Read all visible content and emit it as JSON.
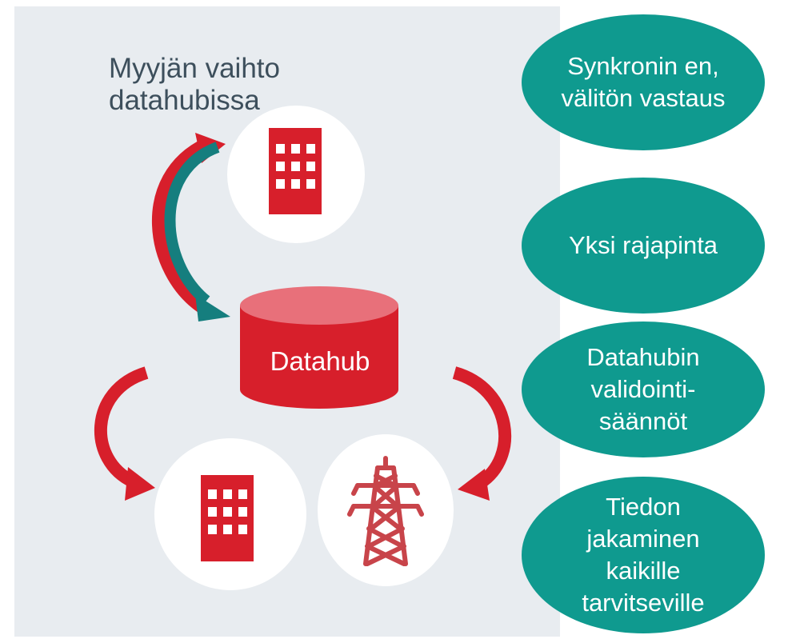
{
  "title": "Myyjän vaihto datahubissa",
  "database_label": "Datahub",
  "benefits": [
    {
      "text": "Synkronin en, välitön vastaus"
    },
    {
      "text": "Yksi rajapinta"
    },
    {
      "text": "Datahubin validointi-säännöt"
    },
    {
      "text": "Tiedon jakaminen kaikille tarvitseville"
    }
  ],
  "colors": {
    "panel_background": "#e8ecf0",
    "brand_red": "#d71f2b",
    "teal": "#0f9a8f",
    "dark_teal": "#157e7e",
    "title_text": "#3d4f5c"
  },
  "icons": {
    "top": "building-icon",
    "bottom_left": "building-icon",
    "bottom_right": "power-pylon-icon",
    "center": "database-cylinder-icon"
  }
}
